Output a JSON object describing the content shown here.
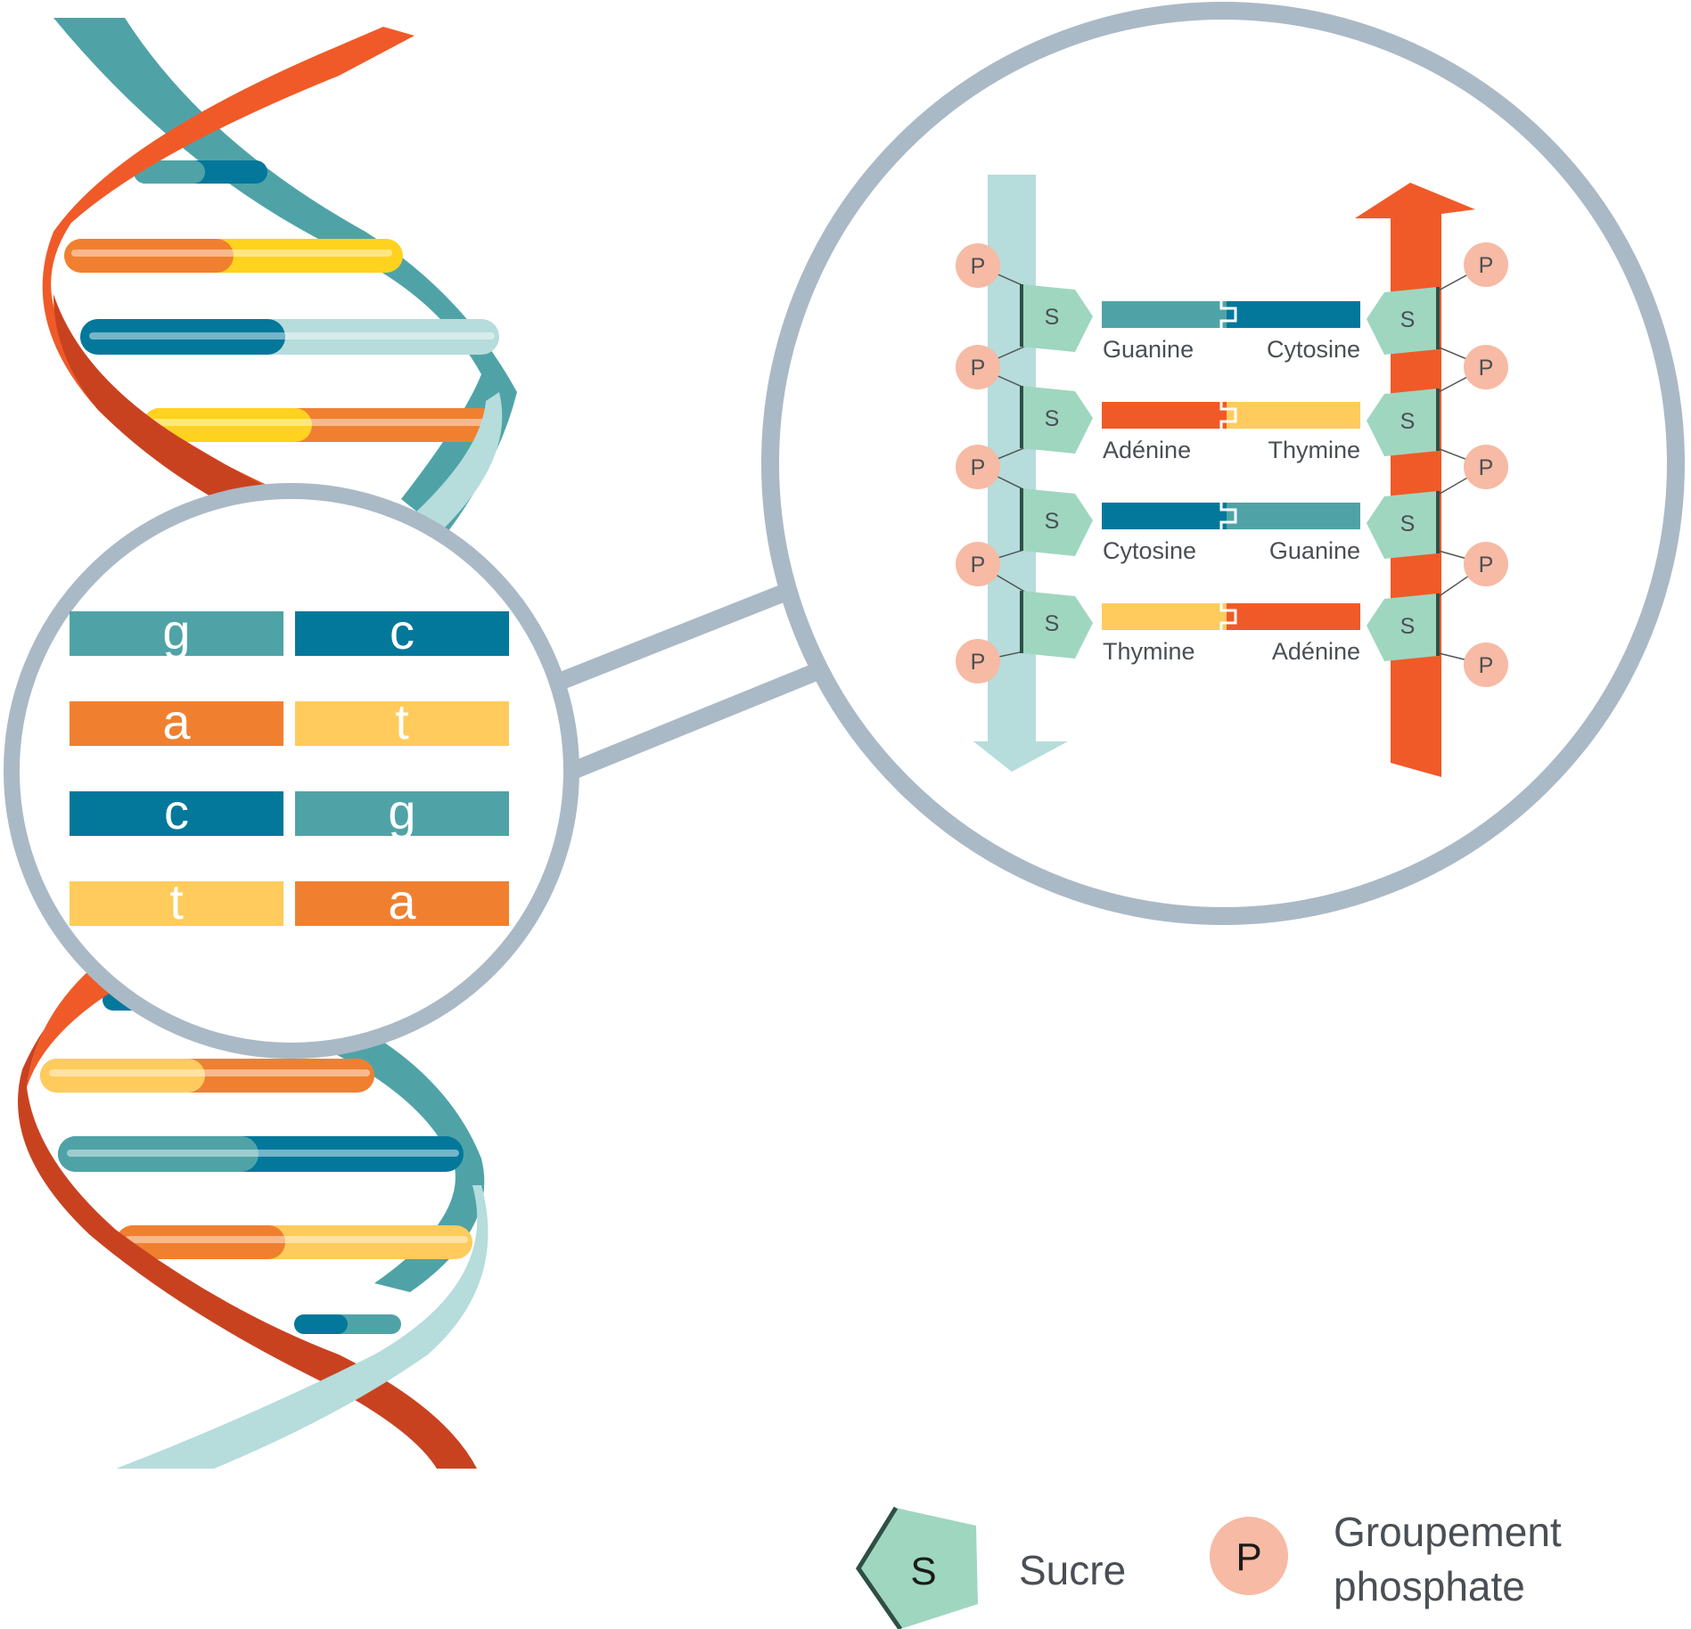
{
  "colors": {
    "teal": "#4fa3a7",
    "teal_dark": "#03789b",
    "teal_light": "#b6dcdc",
    "orange": "#f08030",
    "orange_red": "#f05a28",
    "red_dark": "#c94220",
    "yellow": "#fecb5c",
    "yellow_bright": "#ffd21f",
    "sugar": "#9fd6bf",
    "phosphate": "#f7baa4",
    "lens_ring": "#aab9c6",
    "text": "#4a4f55"
  },
  "zoom_small": {
    "rows": [
      {
        "left": "g",
        "right": "c"
      },
      {
        "left": "a",
        "right": "t"
      },
      {
        "left": "c",
        "right": "g"
      },
      {
        "left": "t",
        "right": "a"
      }
    ]
  },
  "zoom_large": {
    "sugar_symbol": "S",
    "phosphate_symbol": "P",
    "pairs": [
      {
        "left": "Guanine",
        "right": "Cytosine"
      },
      {
        "left": "Adénine",
        "right": "Thymine"
      },
      {
        "left": "Cytosine",
        "right": "Guanine"
      },
      {
        "left": "Thymine",
        "right": "Adénine"
      }
    ]
  },
  "legend": {
    "sugar": {
      "symbol": "S",
      "label": "Sucre"
    },
    "phosphate": {
      "symbol": "P",
      "label_line1": "Groupement",
      "label_line2": "phosphate"
    }
  }
}
